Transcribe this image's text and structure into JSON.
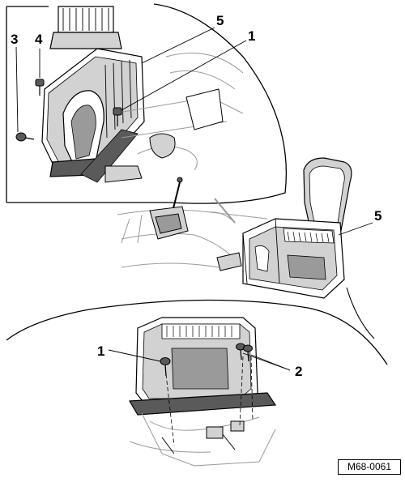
{
  "callouts": {
    "top_3": "3",
    "top_4": "4",
    "top_5": "5",
    "top_1": "1",
    "mid_5": "5",
    "bot_1": "1",
    "bot_2": "2"
  },
  "figure_code": "M68-0061",
  "colors": {
    "line": "#000000",
    "light_line": "#9a9a9a",
    "shade": "#d2d2d2",
    "dark_fill": "#5a5a5a",
    "paper": "#ffffff"
  }
}
